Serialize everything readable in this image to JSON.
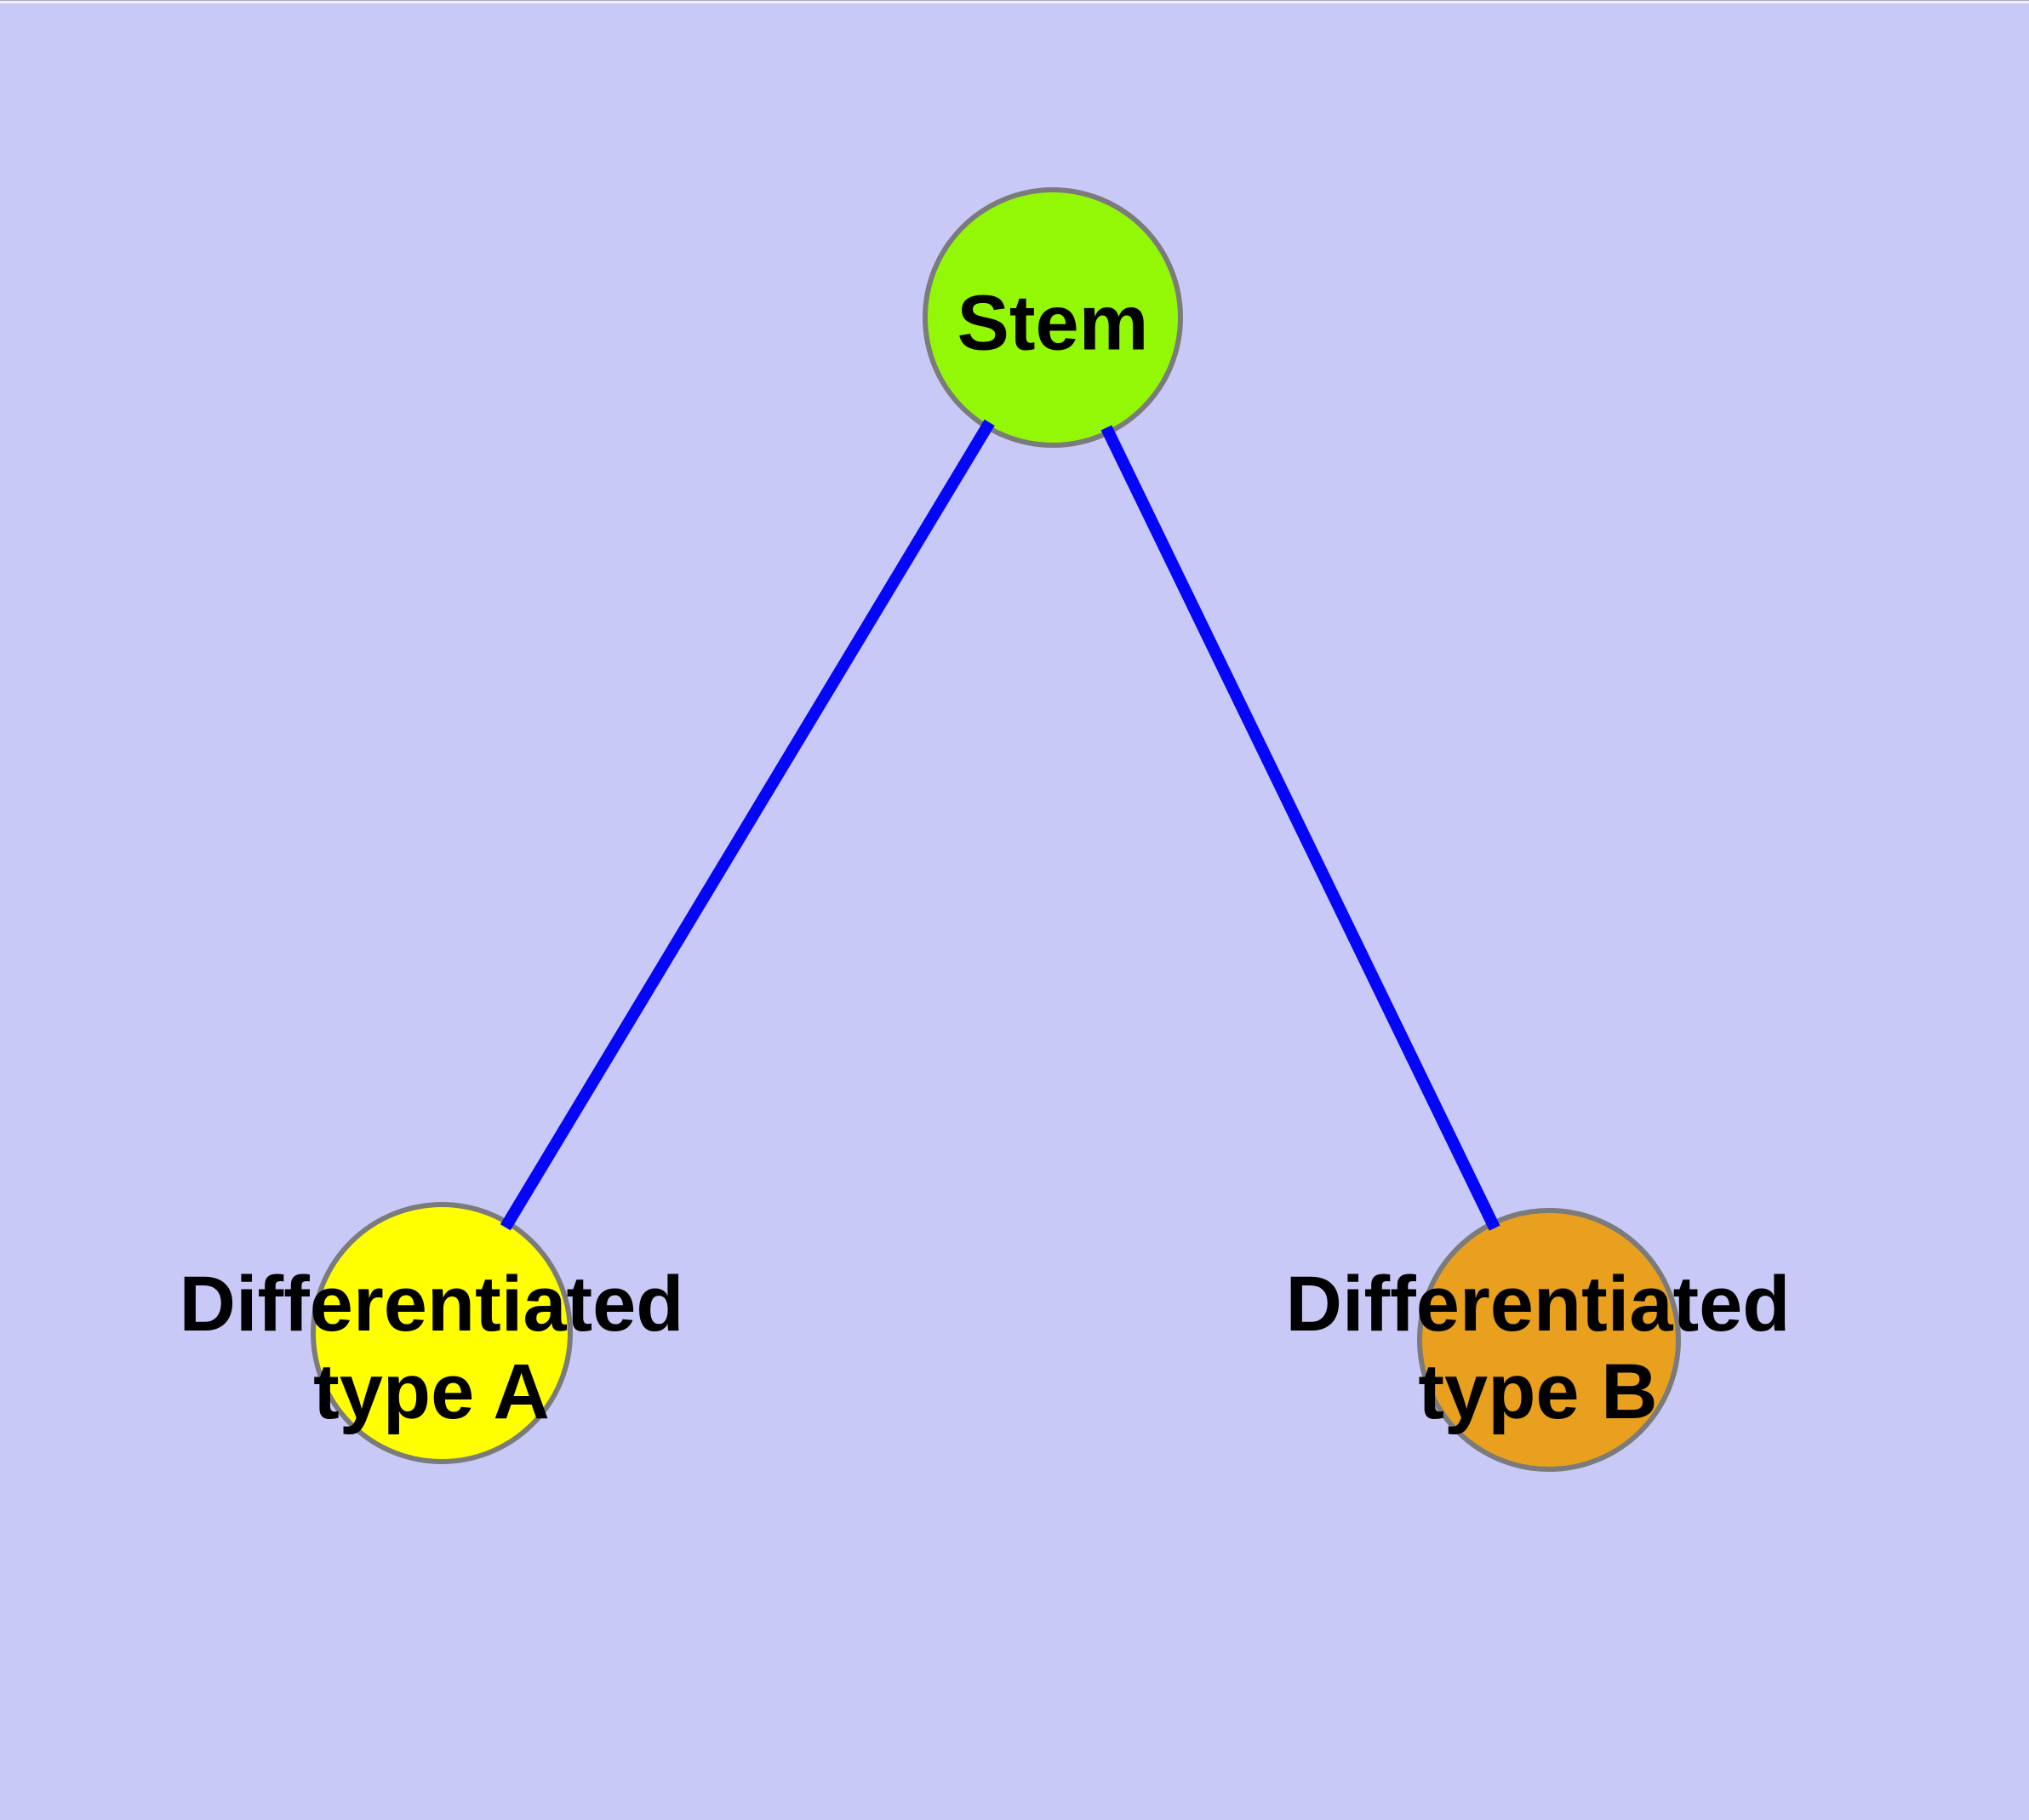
{
  "diagram": {
    "type": "node-link-graph",
    "background_color": "#C9C9F8",
    "nodes": {
      "stem": {
        "label": "Stem",
        "fill_color": "#93F806",
        "border_color": "#7B7B7B"
      },
      "type_a": {
        "label": "Differentiated type A",
        "label_line1": "Differentiated",
        "label_line2": "type A",
        "fill_color": "#FFFF00",
        "border_color": "#7B7B7B"
      },
      "type_b": {
        "label": "Differentiated type B",
        "label_line1": "Differentiated",
        "label_line2": "type B",
        "fill_color": "#E8A01E",
        "border_color": "#7B7B7B"
      }
    },
    "edges": [
      {
        "from": "Stem",
        "to": "Differentiated type A",
        "color": "#0505FA"
      },
      {
        "from": "Stem",
        "to": "Differentiated type B",
        "color": "#0505FA"
      }
    ],
    "colors": {
      "background": "#C9C9F8",
      "node_stem": "#93F806",
      "node_type_a": "#FFFF00",
      "node_type_b": "#E8A01E",
      "node_border": "#7B7B7B",
      "edge_blue": "#0505FA",
      "label_text": "#000000"
    }
  }
}
